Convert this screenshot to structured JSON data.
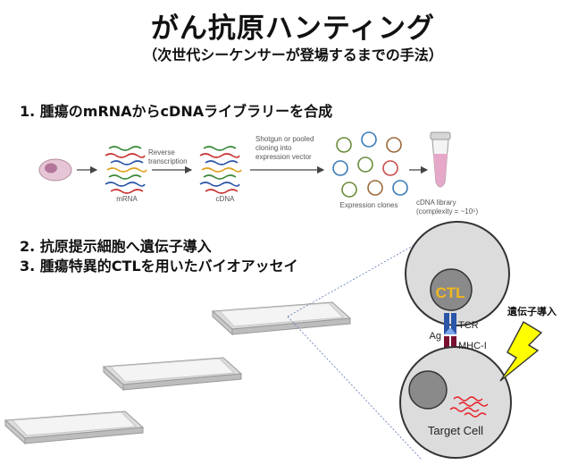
{
  "title": "がん抗原ハンティング",
  "subtitle": "（次世代シーケンサーが登場するまでの手法）",
  "steps": [
    "1. 腫瘍のmRNAからcDNAライブラリーを合成",
    "2. 抗原提示細胞へ遺伝子導入",
    "3. 腫瘍特異的CTLを用いたバイオアッセイ"
  ],
  "pipeline": {
    "reverse_transcription": "Reverse\ntranscription",
    "cloning": "Shotgun or pooled\ncloning into\nexpression vector",
    "mrna": "mRNA",
    "cdna": "cDNA",
    "expression_clones": "Expression clones",
    "library": "cDNA library\n(complexity = ~10⁵)"
  },
  "assay": {
    "ctl": "CTL",
    "tcr": "TCR",
    "ag": "Ag",
    "mhc": "MHC-I",
    "target_cell": "Target Cell",
    "gene_transfer": "遺伝子導入"
  },
  "colors": {
    "ctl_label": "#f2b81c",
    "lightning": "#ffff00",
    "gene": "#e8202a",
    "tcr": "#2a55a8",
    "mhc": "#7a1030",
    "cell_fill": "#dcdcdc",
    "nucleus": "#8a8a8a"
  }
}
